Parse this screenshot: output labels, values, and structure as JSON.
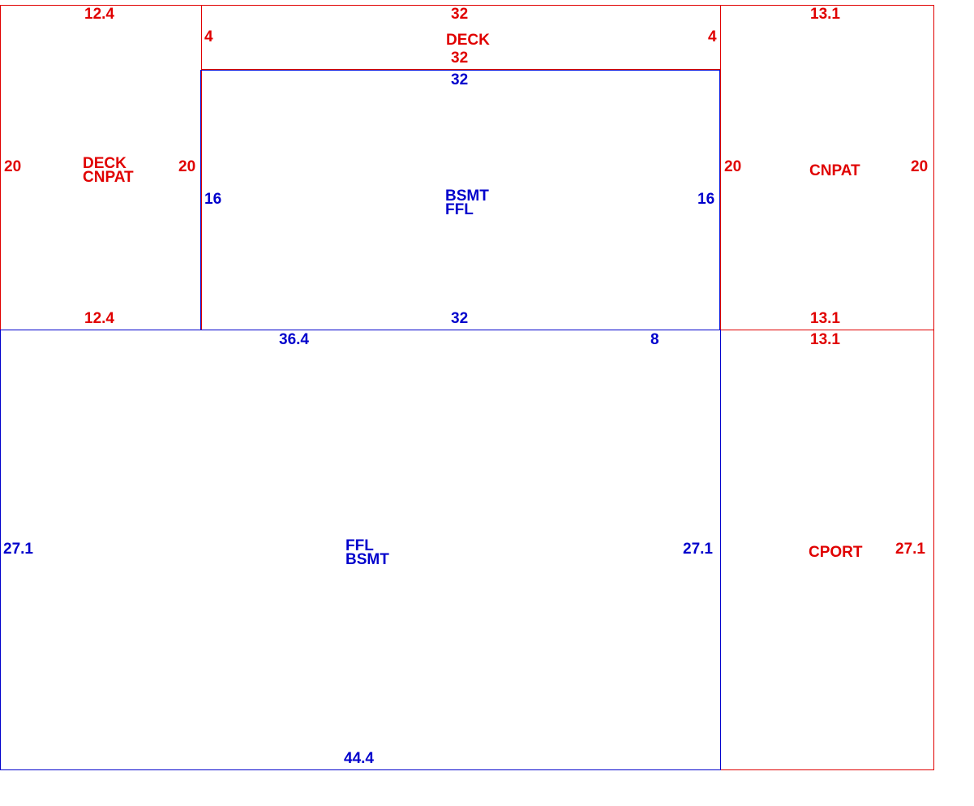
{
  "colors": {
    "exterior": "#e00000",
    "living": "#0000cc"
  },
  "areas": {
    "deck_top": {
      "names": [
        "DECK"
      ],
      "dims": {
        "top": "32",
        "bottom": "32",
        "left": "4",
        "right": "4"
      }
    },
    "deck_cnpat_left": {
      "names": [
        "DECK",
        "CNPAT"
      ],
      "dims": {
        "top": "12.4",
        "bottom": "12.4",
        "left": "20",
        "right": "20"
      }
    },
    "bsmt_ffl_upper": {
      "names": [
        "BSMT",
        "FFL"
      ],
      "dims": {
        "top": "32",
        "bottom": "32",
        "left": "16",
        "right": "16"
      }
    },
    "cnpat_right": {
      "names": [
        "CNPAT"
      ],
      "dims": {
        "top": "13.1",
        "bottom": "13.1",
        "left": "20",
        "right": "20"
      }
    },
    "ffl_bsmt_lower": {
      "names": [
        "FFL",
        "BSMT"
      ],
      "dims": {
        "top_left": "36.4",
        "top_right": "8",
        "bottom": "44.4",
        "left": "27.1",
        "right": "27.1"
      }
    },
    "cport": {
      "names": [
        "CPORT"
      ],
      "dims": {
        "top": "13.1",
        "left": "27.1"
      }
    }
  }
}
